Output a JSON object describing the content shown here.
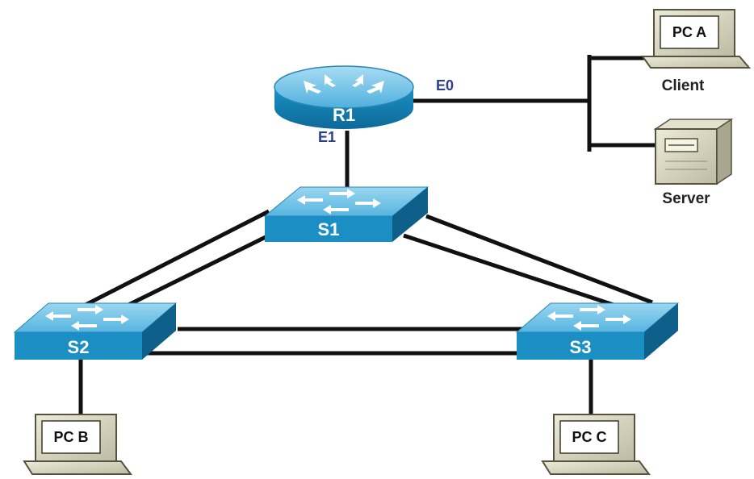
{
  "diagram": {
    "router": {
      "label": "R1",
      "port_e0": "E0",
      "port_e1": "E1"
    },
    "switches": {
      "s1": "S1",
      "s2": "S2",
      "s3": "S3"
    },
    "pc_a": {
      "screen": "PC A",
      "caption": "Client"
    },
    "server": {
      "caption": "Server"
    },
    "pc_b": {
      "screen": "PC B"
    },
    "pc_c": {
      "screen": "PC C"
    },
    "colors": {
      "device_blue": "#1b8fc4",
      "device_top": "#7fcbea",
      "device_side": "#0e5f8a",
      "port_label": "#2b3f8f",
      "link": "#111111",
      "pc_body": "#d9d7c1"
    }
  }
}
